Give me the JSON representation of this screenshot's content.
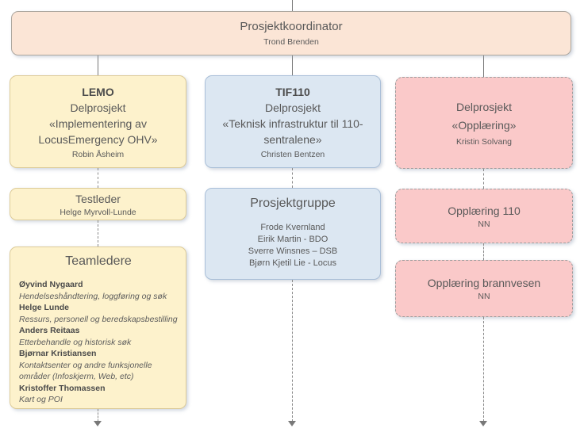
{
  "colors": {
    "peach_fill": "#fbe5d6",
    "yellow_fill": "#fdf2cc",
    "blue_fill": "#dce7f2",
    "pink_fill": "#fac9c9",
    "line_gray": "#787878",
    "text_gray": "#595959"
  },
  "header": {
    "title": "Prosjektkoordinator",
    "person": "Trond Brenden"
  },
  "left": {
    "lemo": {
      "code": "LEMO",
      "line1": "Delprosjekt",
      "line2": "«Implementering av",
      "line3": "LocusEmergency OHV»",
      "person": "Robin Åsheim"
    },
    "testleder": {
      "title": "Testleder",
      "person": "Helge Myrvoll-Lunde"
    },
    "teamledere": {
      "title": "Teamledere",
      "members": [
        {
          "name": "Øyvind Nygaard",
          "role": "Hendelseshåndtering, loggføring og søk"
        },
        {
          "name": "Helge Lunde",
          "role": "Ressurs, personell og beredskapsbestilling"
        },
        {
          "name": "Anders Reitaas",
          "role": "Etterbehandle og historisk søk"
        },
        {
          "name": "Bjørnar Kristiansen",
          "role": "Kontaktsenter og andre funksjonelle områder (Infoskjerm, Web, etc)"
        },
        {
          "name": "Kristoffer Thomassen",
          "role": "Kart og POI"
        }
      ]
    }
  },
  "middle": {
    "tif": {
      "code": "TIF110",
      "line1": "Delprosjekt",
      "line2": "«Teknisk infrastruktur til 110-",
      "line3": "sentralene»",
      "person": "Christen Bentzen"
    },
    "gruppe": {
      "title": "Prosjektgruppe",
      "members": [
        "Frode Kvernland",
        "Eirik Martin - BDO",
        "Sverre Winsnes – DSB",
        "Bjørn Kjetil Lie - Locus"
      ]
    }
  },
  "right": {
    "delprosjekt": {
      "line1": "Delprosjekt",
      "line2": "«Opplæring»",
      "person": "Kristin Solvang"
    },
    "opplaering110": {
      "title": "Opplæring 110",
      "person": "NN"
    },
    "opplaeringbrann": {
      "title": "Opplæring brannvesen",
      "person": "NN"
    }
  }
}
